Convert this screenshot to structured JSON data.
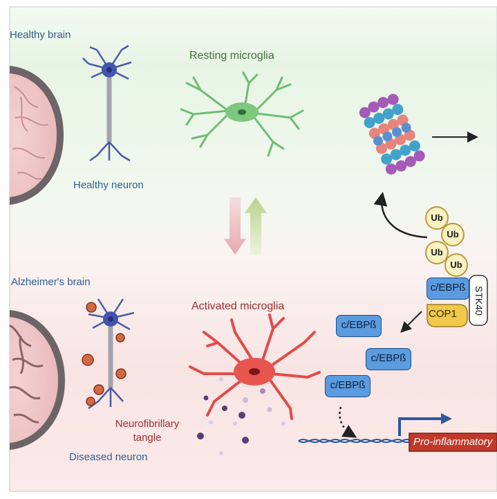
{
  "labels": {
    "healthy_brain": "Healthy brain",
    "healthy_neuron": "Healthy neuron",
    "resting_microglia": "Resting microglia",
    "alzheimers_brain": "Alzheimer's brain",
    "activated_microglia": "Activated microglia",
    "neurofibrillary_line1": "Neurofibrillary",
    "neurofibrillary_line2": "tangle",
    "diseased_neuron": "Diseased neuron"
  },
  "ubiquitin": [
    "Ub",
    "Ub",
    "Ub",
    "Ub"
  ],
  "complex": {
    "cebpb": "c/EBPß",
    "cop1": "COP1",
    "stk40": "STK40"
  },
  "free_cebpb": [
    "c/EBPß",
    "c/EBPß",
    "c/EBPß"
  ],
  "gene_label": "Pro-inflammatory",
  "colors": {
    "healthy_bg": "#eaf5ea",
    "disease_bg": "#f8e3e3",
    "label_blue": "#2f5f93",
    "label_green": "#3f6f3a",
    "label_red": "#9b2f2f",
    "protein_blue": "#5b9bdf",
    "cop1_yellow": "#f0c84a",
    "gene_red": "#c0392b"
  }
}
